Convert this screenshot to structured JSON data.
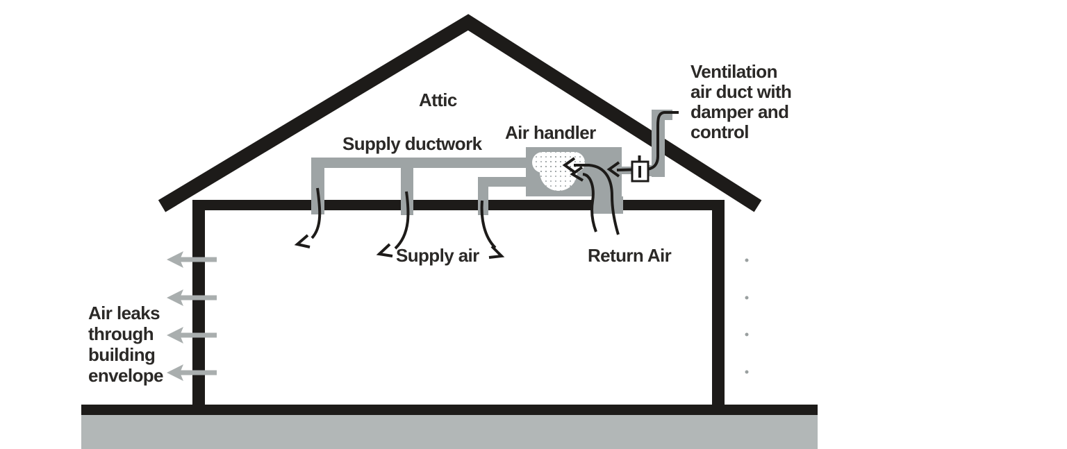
{
  "labels": {
    "attic": "Attic",
    "supply_ductwork": "Supply ductwork",
    "air_handler": "Air handler",
    "ventilation_duct": {
      "line1": "Ventilation",
      "line2": "air duct with",
      "line3": "damper and",
      "line4": "control"
    },
    "supply_air": "Supply air",
    "return_air": "Return Air",
    "air_leaks": {
      "line1": "Air leaks",
      "line2": "through",
      "line3": "building",
      "line4": "envelope"
    }
  },
  "colors": {
    "structure_black": "#1d1b19",
    "duct_gray": "#9ea4a5",
    "leak_arrow_gray": "#a9aeae",
    "foundation_slab_gray": "#b2b7b7",
    "fan_white": "#ffffff",
    "label_text": "#2b2927",
    "background": "#ffffff"
  },
  "icons": {
    "leak_arrow": "gray-left-arrow",
    "supply_air_arrow": "curved-black-arrow",
    "return_air_arrow": "curved-black-arrow",
    "ventilation_flow_arrow": "curved-black-arrow",
    "damper": "white-box-with-blade",
    "blower_fan": "white-scroll-stippled"
  }
}
